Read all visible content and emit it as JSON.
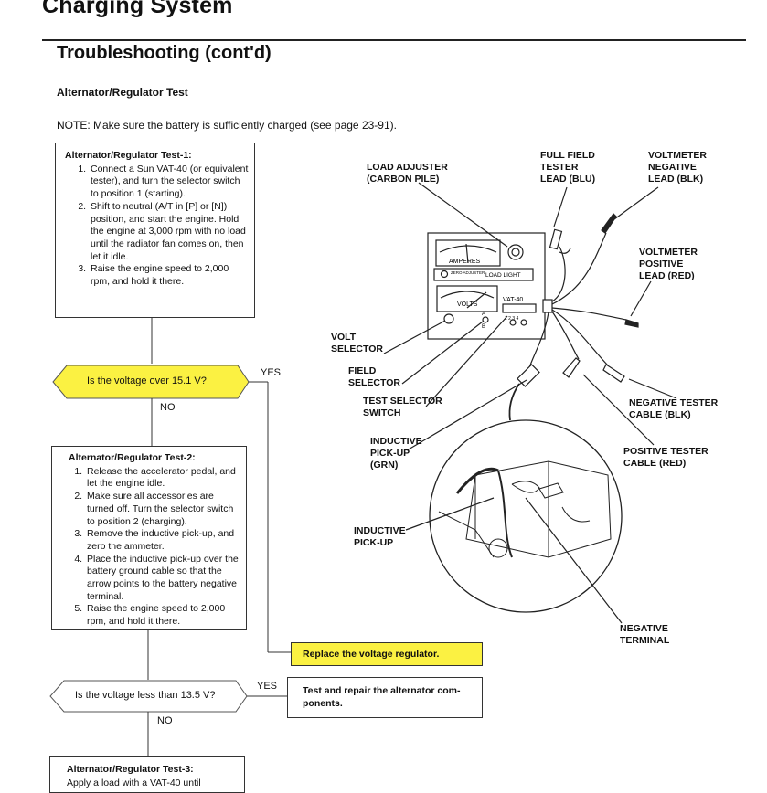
{
  "header": {
    "chapter_title": "Charging System",
    "section_title": "Troubleshooting (cont'd)",
    "sub_title": "Alternator/Regulator Test",
    "note": "NOTE:  Make sure the battery is sufficiently charged (see page 23-91)."
  },
  "flowchart": {
    "test1": {
      "title": "Alternator/Regulator Test-1:",
      "steps": [
        "Connect a Sun VAT-40 (or equivalent tester), and turn the selector switch to position 1 (starting).",
        "Shift to neutral (A/T in [P] or [N]) position, and start the engine. Hold the engine at 3,000 rpm with no load until the radiator fan comes on, then let it idle.",
        "Raise the engine speed to 2,000 rpm, and hold it there."
      ]
    },
    "decision1": {
      "question": "Is the voltage over 15.1 V?",
      "yes": "YES",
      "no": "NO"
    },
    "test2": {
      "title": "Alternator/Regulator Test-2:",
      "steps": [
        "Release the accelerator pedal, and let the engine idle.",
        "Make sure all accessories are turned off. Turn the selector switch to position 2 (charging).",
        "Remove the inductive pick-up, and zero the ammeter.",
        "Place the inductive pick-up over the battery ground cable so that the arrow points to the battery negative terminal.",
        "Raise the engine speed to 2,000 rpm, and hold it there."
      ]
    },
    "replace_regulator": "Replace the voltage regulator.",
    "decision2": {
      "question": "Is the voltage less than 13.5 V?",
      "yes": "YES",
      "no": "NO"
    },
    "repair_alternator": "Test and repair the alternator com-\nponents.",
    "test3": {
      "title": "Alternator/Regulator Test-3:",
      "first_line": "Apply a load with a VAT-40 until"
    }
  },
  "diagram": {
    "labels": {
      "load_adjuster": "LOAD ADJUSTER\n(CARBON PILE)",
      "full_field": "FULL FIELD\nTESTER\nLEAD (BLU)",
      "voltmeter_negative": "VOLTMETER\nNEGATIVE\nLEAD (BLK)",
      "voltmeter_positive": "VOLTMETER\nPOSITIVE\nLEAD (RED)",
      "volt_selector": "VOLT\nSELECTOR",
      "field_selector": "FIELD\nSELECTOR",
      "test_selector": "TEST SELECTOR\nSWITCH",
      "negative_tester_cable": "NEGATIVE TESTER\nCABLE (BLK)",
      "positive_tester_cable": "POSITIVE TESTER\nCABLE (RED)",
      "inductive_pickup_grn": "INDUCTIVE\nPICK-UP\n(GRN)",
      "inductive_pickup": "INDUCTIVE\nPICK-UP",
      "negative_terminal": "NEGATIVE\nTERMINAL"
    },
    "tester_panel": {
      "amperes": "AMPERES",
      "zero_adjuster": "ZERO\nADJUSTER",
      "load_light": "LOAD LIGHT",
      "volts": "VOLTS",
      "model": "VAT-40",
      "positions": "1 2 3 4",
      "field_a": "A",
      "field_b": "B"
    }
  }
}
